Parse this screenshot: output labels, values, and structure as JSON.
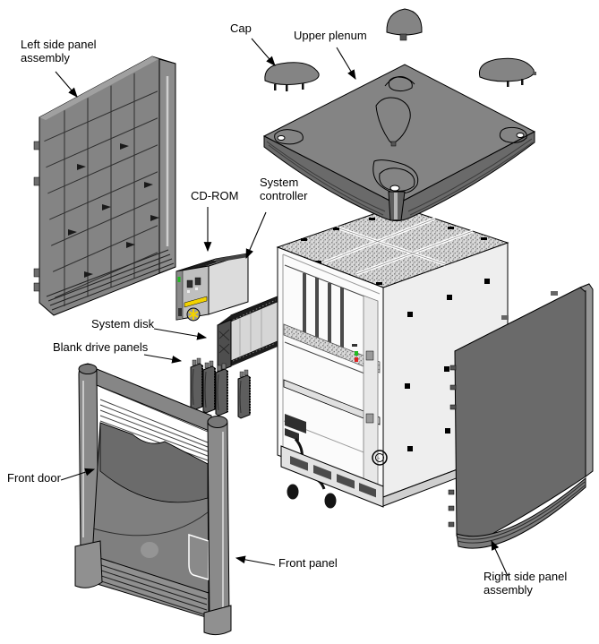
{
  "diagram": {
    "labels": {
      "left_side_panel": "Left side panel\nassembly",
      "cap": "Cap",
      "upper_plenum": "Upper plenum",
      "cdrom": "CD-ROM",
      "system_controller": "System\ncontroller",
      "system_disk": "System disk",
      "blank_drive_panels": "Blank drive panels",
      "front_door": "Front door",
      "front_panel": "Front panel",
      "right_side_panel": "Right side panel\nassembly"
    }
  },
  "colors": {
    "bg": "#ffffff",
    "line": "#000000",
    "panel-gray": "#848484",
    "panel-dark": "#6a6a6a",
    "panel-darker": "#4e4e4e",
    "chassis-white": "#fbfbfb",
    "chassis-side": "#eeeeee",
    "speckle": "#8f8f8f",
    "accent-yellow": "#f2d200",
    "led-green": "#22bb22",
    "led-red": "#dd2222",
    "dash-blue": "#4466cc"
  }
}
